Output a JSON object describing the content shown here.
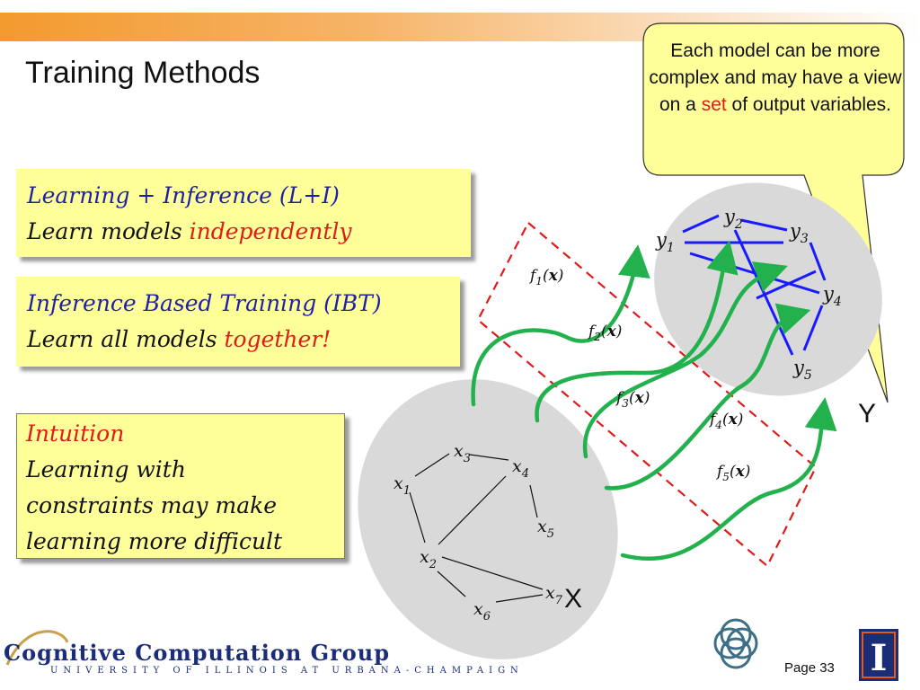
{
  "slide": {
    "title": "Training Methods",
    "page_label": "Page 33"
  },
  "boxes": {
    "li": {
      "line1": "Learning + Inference  (L+I)",
      "line2_prefix": "Learn models ",
      "line2_highlight": "independently"
    },
    "ibt": {
      "line1": "Inference Based Training (IBT)",
      "line2_prefix": "Learn all models ",
      "line2_highlight": "together!"
    },
    "intuition": {
      "heading": "Intuition",
      "line1": "Learning with",
      "line2": "constraints may make",
      "line3": "learning more difficult"
    }
  },
  "callout": {
    "part1": "Each model can be more complex and may have a view on a ",
    "highlight": "set",
    "part2": " of output variables."
  },
  "diagram": {
    "x_nodes": [
      {
        "var": "x",
        "sub": "1"
      },
      {
        "var": "x",
        "sub": "2"
      },
      {
        "var": "x",
        "sub": "3"
      },
      {
        "var": "x",
        "sub": "4"
      },
      {
        "var": "x",
        "sub": "5"
      },
      {
        "var": "x",
        "sub": "6"
      },
      {
        "var": "x",
        "sub": "7"
      }
    ],
    "y_nodes": [
      {
        "var": "y",
        "sub": "1"
      },
      {
        "var": "y",
        "sub": "2"
      },
      {
        "var": "y",
        "sub": "3"
      },
      {
        "var": "y",
        "sub": "4"
      },
      {
        "var": "y",
        "sub": "5"
      }
    ],
    "functions": [
      {
        "name": "f",
        "sub": "1",
        "arg": "x"
      },
      {
        "name": "f",
        "sub": "2",
        "arg": "x"
      },
      {
        "name": "f",
        "sub": "3",
        "arg": "x"
      },
      {
        "name": "f",
        "sub": "4",
        "arg": "x"
      },
      {
        "name": "f",
        "sub": "5",
        "arg": "x"
      }
    ],
    "input_label": "X",
    "output_label": "Y"
  },
  "footer": {
    "logo_title": "Cognitive Computation Group",
    "logo_subtitle": "UNIVERSITY OF ILLINOIS AT URBANA-CHAMPAIGN",
    "logo_mark": "I"
  },
  "colors": {
    "box_fill": "#ffff99",
    "blue_text": "#1f1fa8",
    "red_text": "#e01b1b",
    "arrow_green": "#22b14c",
    "edge_blue": "#1a1aff",
    "dashed_red": "#e01b1b",
    "ellipse_gray": "#d9d9d9"
  }
}
